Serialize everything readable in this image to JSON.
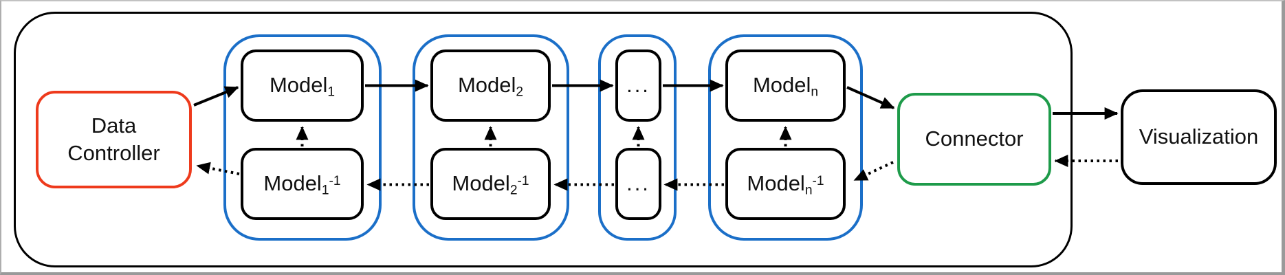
{
  "figure": {
    "type": "flow-diagram",
    "nodes": {
      "data_controller": "Data Controller",
      "connector": "Connector",
      "visualization": "Visualization",
      "groups": [
        {
          "top": {
            "base": "Model",
            "sub": "1",
            "sup": ""
          },
          "bottom": {
            "base": "Model",
            "sub": "1",
            "sup": "-1"
          }
        },
        {
          "top": {
            "base": "Model",
            "sub": "2",
            "sup": ""
          },
          "bottom": {
            "base": "Model",
            "sub": "2",
            "sup": "-1"
          }
        },
        {
          "top": {
            "base": "...",
            "sub": "",
            "sup": ""
          },
          "bottom": {
            "base": "...",
            "sub": "",
            "sup": ""
          }
        },
        {
          "top": {
            "base": "Model",
            "sub": "n",
            "sup": ""
          },
          "bottom": {
            "base": "Model",
            "sub": "n",
            "sup": "-1"
          }
        }
      ]
    },
    "colors": {
      "data_controller_border": "#ee3a1c",
      "model_group_border": "#1b6fc8",
      "connector_border": "#1e9b4a",
      "box_border": "#000000",
      "arrow": "#000000"
    },
    "edges": {
      "forward_solid": [
        "Data Controller -> Model_1",
        "Model_1 -> Model_2",
        "Model_2 -> ...",
        "... -> Model_n",
        "Model_n -> Connector",
        "Connector -> Visualization"
      ],
      "backward_dotted": [
        "Visualization -> Connector",
        "Connector -> Model_n^-1",
        "Model_n^-1 -> ...",
        "... -> Model_2^-1",
        "Model_2^-1 -> Model_1^-1",
        "Model_1^-1 -> Data Controller"
      ],
      "inverse_to_forward_dotted": [
        "Model_1^-1 -> Model_1",
        "Model_2^-1 -> Model_2",
        "... -> ...",
        "Model_n^-1 -> Model_n"
      ]
    }
  }
}
